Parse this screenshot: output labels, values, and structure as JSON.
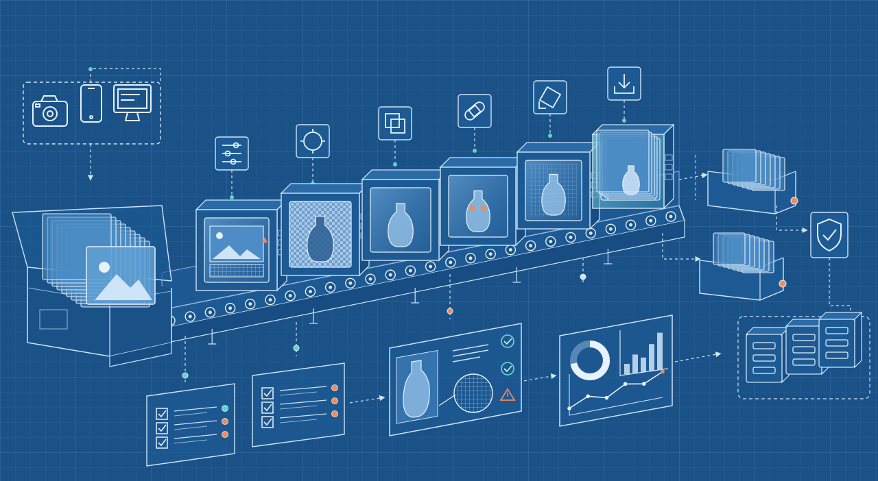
{
  "theme": {
    "background": "#1a5288",
    "background_dark": "#14467a",
    "grid": "#2f6aa3",
    "line": "#cfe4f7",
    "line_soft": "#8fb8de",
    "glass": "#5f9fd3",
    "accent_orange": "#f08a5d",
    "accent_teal": "#5fd3c8"
  },
  "icons": {
    "sources": [
      "camera-icon",
      "smartphone-icon",
      "monitor-icon"
    ],
    "stages": [
      "sliders-icon",
      "crop-circle-icon",
      "layers-icon",
      "bandage-icon",
      "rotate-crop-icon",
      "download-icon"
    ],
    "security": "shield-check-icon"
  },
  "checklists": [
    {
      "checks": 3,
      "status_colors": [
        "#5fd3c8",
        "#f08a5d",
        "#f08a5d"
      ]
    },
    {
      "checks": 3,
      "status_colors": [
        "#f08a5d",
        "#f08a5d",
        "#f08a5d"
      ]
    }
  ],
  "analysis_panel": {
    "status": [
      "check",
      "check",
      "warning"
    ]
  },
  "charts_panel": {
    "donut_fraction": 0.72,
    "bars": [
      0.25,
      0.45,
      0.35,
      0.65,
      0.9
    ],
    "line": [
      0.2,
      0.45,
      0.3,
      0.6,
      0.5,
      0.75
    ]
  }
}
